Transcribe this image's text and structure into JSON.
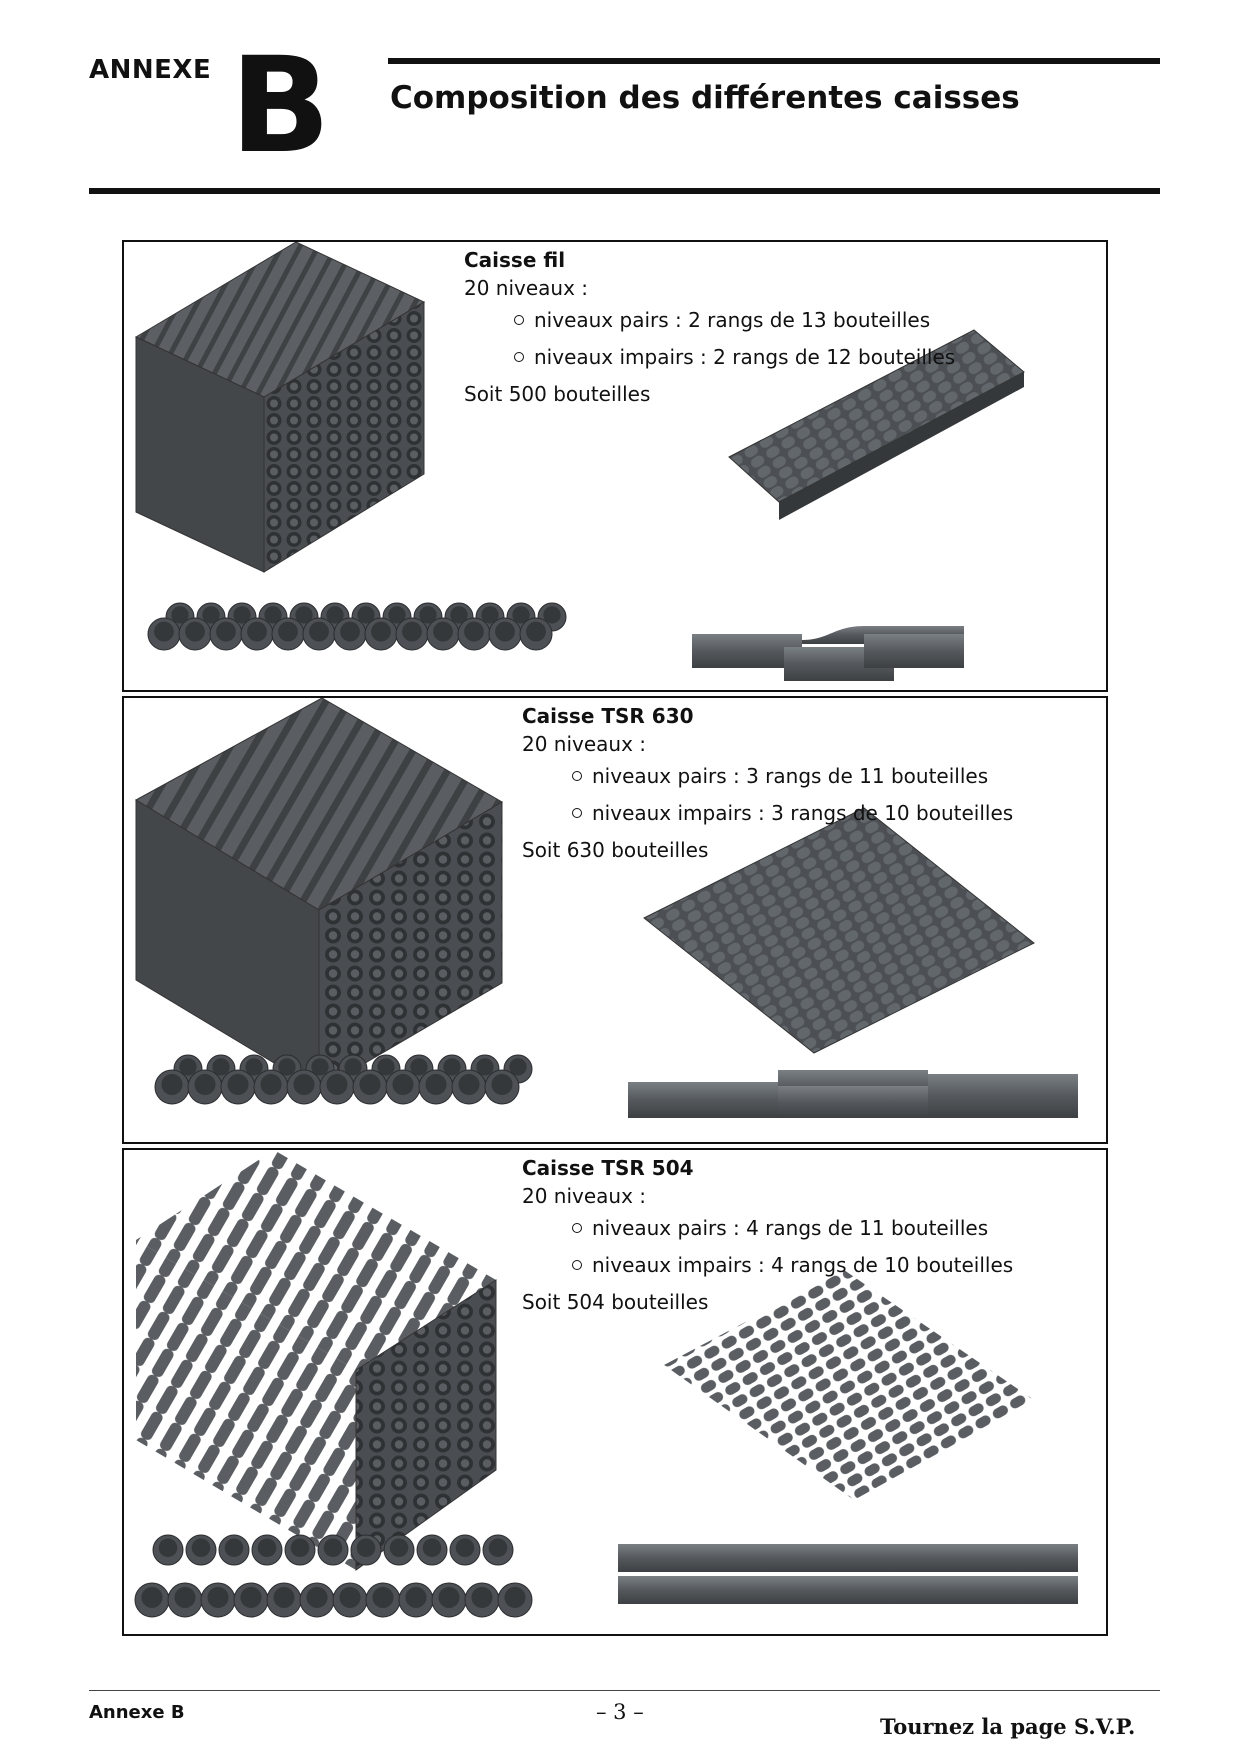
{
  "header": {
    "annexe_label": "ANNEXE",
    "annexe_letter": "B",
    "title": "Composition des différentes caisses"
  },
  "panels": [
    {
      "title": "Caisse fil",
      "levels": "20 niveaux :",
      "items": [
        "niveaux pairs : 2 rangs de 13 bouteilles",
        "niveaux impairs : 2 rangs de 12 bouteilles"
      ],
      "total": "Soit 500 bouteilles"
    },
    {
      "title": "Caisse TSR 630",
      "levels": "20 niveaux :",
      "items": [
        "niveaux pairs : 3 rangs de 11 bouteilles",
        "niveaux impairs : 3 rangs de 10 bouteilles"
      ],
      "total": "Soit 630 bouteilles"
    },
    {
      "title": "Caisse TSR 504",
      "levels": "20 niveaux :",
      "items": [
        "niveaux pairs : 4 rangs de 11 bouteilles",
        "niveaux impairs : 4 rangs de 10 bouteilles"
      ],
      "total": "Soit 504 bouteilles"
    }
  ],
  "footer": {
    "left": "Annexe B",
    "page": "– 3 –",
    "right": "Tournez la page S.V.P."
  },
  "colors": {
    "bottle": "#55595d",
    "bottle_dark": "#3d4043",
    "bottle_light": "#7a7f84"
  }
}
